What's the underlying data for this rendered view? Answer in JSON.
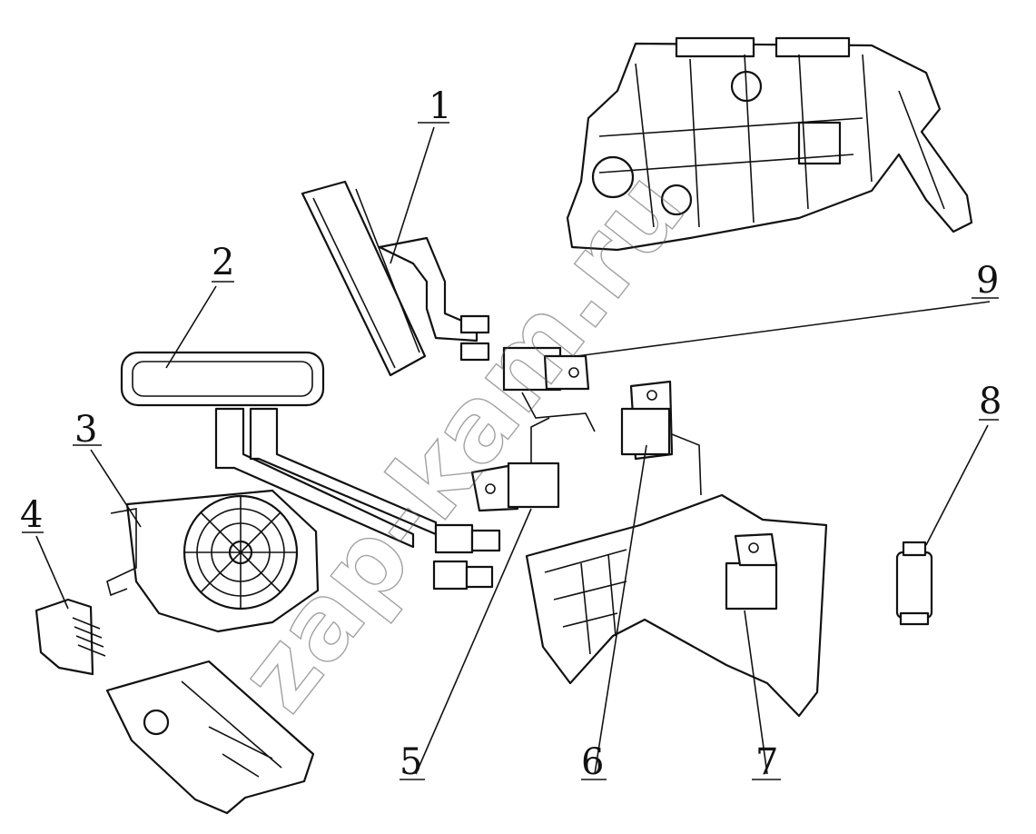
{
  "diagram": {
    "callouts": [
      "1",
      "2",
      "3",
      "4",
      "5",
      "6",
      "7",
      "8",
      "9"
    ],
    "watermark": "zap-kam.ru"
  }
}
